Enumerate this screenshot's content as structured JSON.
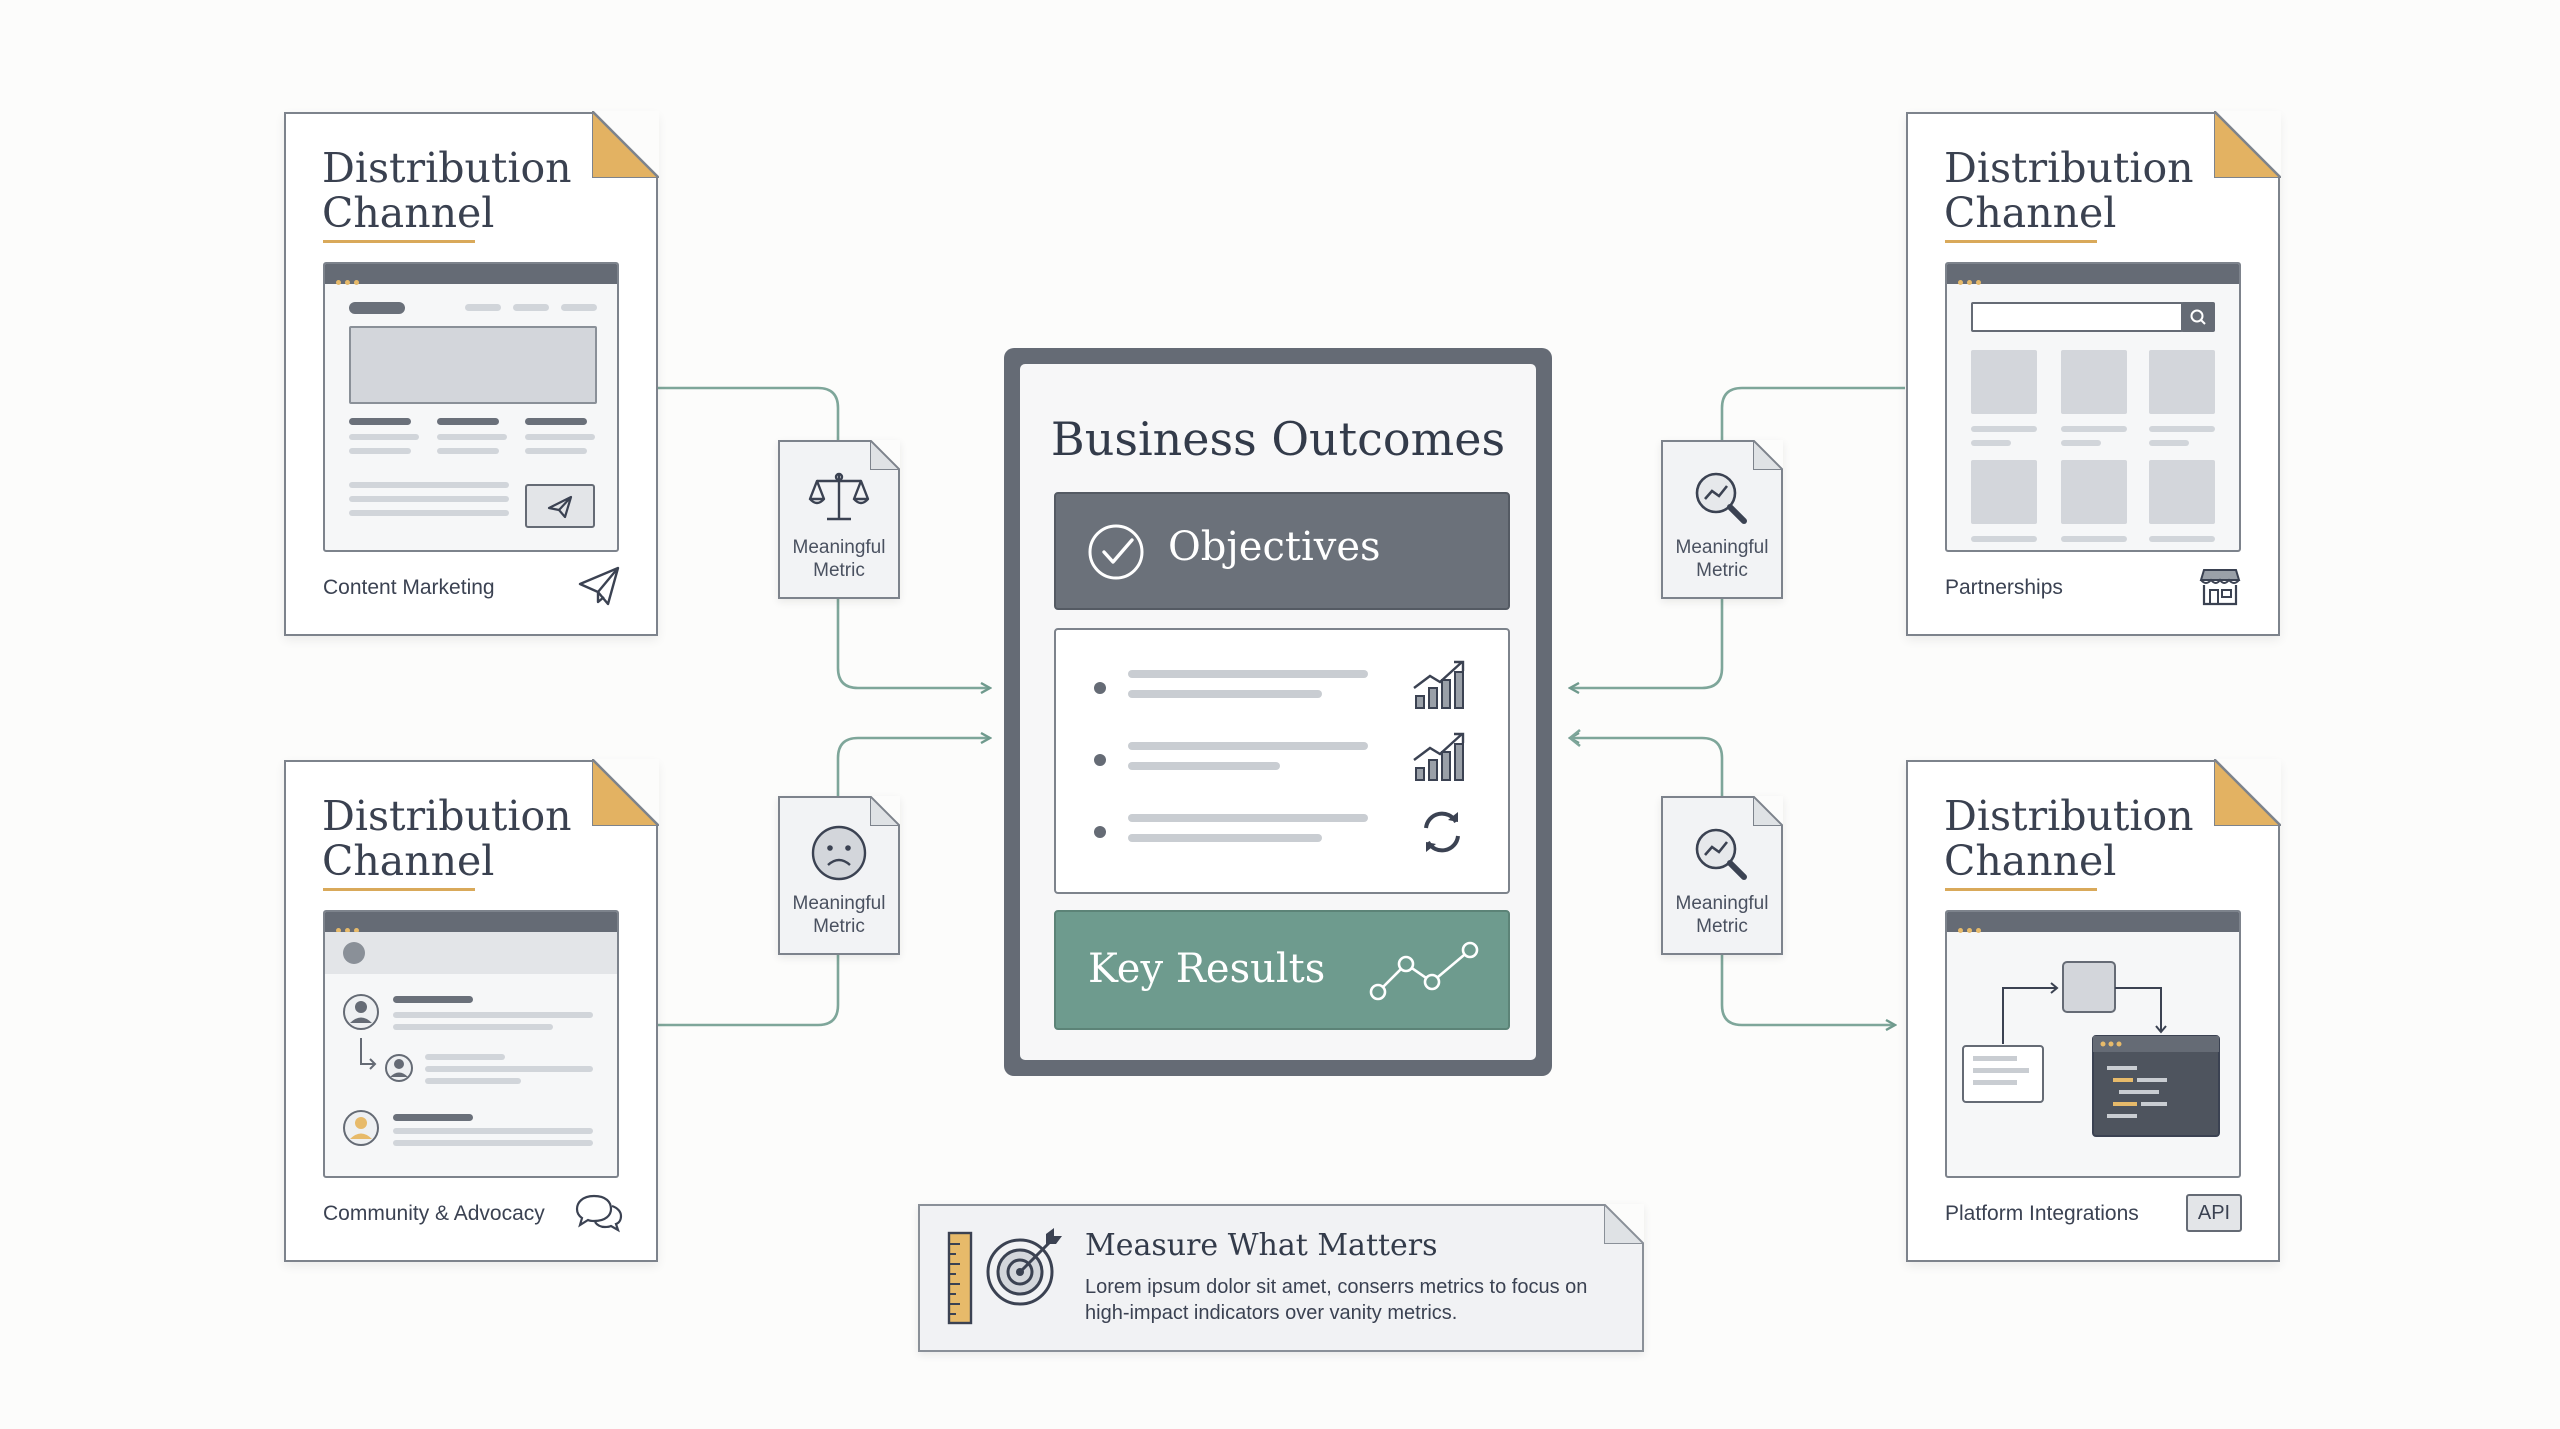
{
  "channels": [
    {
      "title": "Distribution Channel",
      "label": "Content Marketing",
      "icon": "paper-plane-icon"
    },
    {
      "title": "Distribution Channel",
      "label": "Partnerships",
      "icon": "storefront-icon"
    },
    {
      "title": "Distribution Channel",
      "label": "Community & Advocacy",
      "icon": "chat-bubbles-icon"
    },
    {
      "title": "Distribution Channel",
      "label": "Platform Integrations",
      "icon": "api-badge-icon",
      "badge": "API"
    }
  ],
  "metrics": [
    {
      "label": "Meaningful Metric",
      "icon": "balance-scale-icon"
    },
    {
      "label": "Meaningful Metric",
      "icon": "magnifier-chart-icon"
    },
    {
      "label": "Meaningful Metric",
      "icon": "sad-face-icon"
    },
    {
      "label": "Meaningful Metric",
      "icon": "magnifier-chart-icon"
    }
  ],
  "hub": {
    "title": "Business Outcomes",
    "objectives": "Objectives",
    "key_results": "Key Results",
    "list_icons": [
      "growth-chart-icon",
      "growth-chart-icon",
      "refresh-icon"
    ]
  },
  "callout": {
    "title": "Measure What Matters",
    "text": "Lorem ipsum dolor sit amet, conserrs metrics to focus on high-impact indicators over vanity metrics."
  },
  "colors": {
    "accent": "#d9a95a",
    "slate": "#656b75",
    "teal": "#6e9b8e",
    "connector": "#6f9a8d"
  }
}
